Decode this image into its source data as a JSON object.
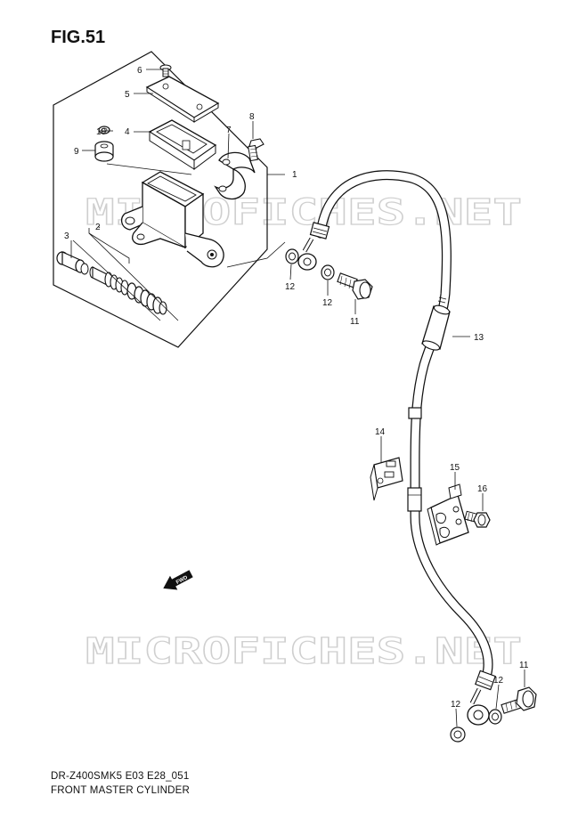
{
  "figure": {
    "title": "FIG.51",
    "model_code": "DR-Z400SMK5 E03 E28_051",
    "caption": "FRONT MASTER CYLINDER"
  },
  "watermark": {
    "text": "MICROFICHES.NET",
    "color": "#dcdcdc"
  },
  "direction_arrow": {
    "label": "FWD"
  },
  "parts": [
    {
      "number": "1"
    },
    {
      "number": "2"
    },
    {
      "number": "3"
    },
    {
      "number": "4"
    },
    {
      "number": "5"
    },
    {
      "number": "6"
    },
    {
      "number": "7"
    },
    {
      "number": "8"
    },
    {
      "number": "9"
    },
    {
      "number": "10"
    },
    {
      "number": "11"
    },
    {
      "number": "12"
    },
    {
      "number": "12"
    },
    {
      "number": "13"
    },
    {
      "number": "14"
    },
    {
      "number": "15"
    },
    {
      "number": "16"
    },
    {
      "number": "12"
    },
    {
      "number": "12"
    },
    {
      "number": "11"
    }
  ]
}
